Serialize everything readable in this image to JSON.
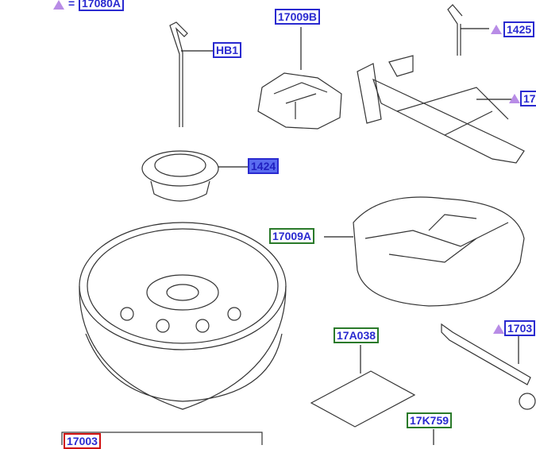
{
  "legend": {
    "symbol": "triangle-icon",
    "equals": "=",
    "code": "17080A"
  },
  "callouts": {
    "hb1": "HB1",
    "p17009b": "17009B",
    "p1425": "1425",
    "p17jack": "17",
    "p1424": "1424",
    "p17009a": "17009A",
    "p17a038": "17A038",
    "p17k759": "17K759",
    "p1703": "1703",
    "p17003": "17003"
  },
  "colors": {
    "label_blue": "#2a2ad0",
    "label_green": "#2a7a2a",
    "label_red": "#d01010",
    "triangle": "#b88ce6",
    "selected": "#5a6cf0"
  }
}
